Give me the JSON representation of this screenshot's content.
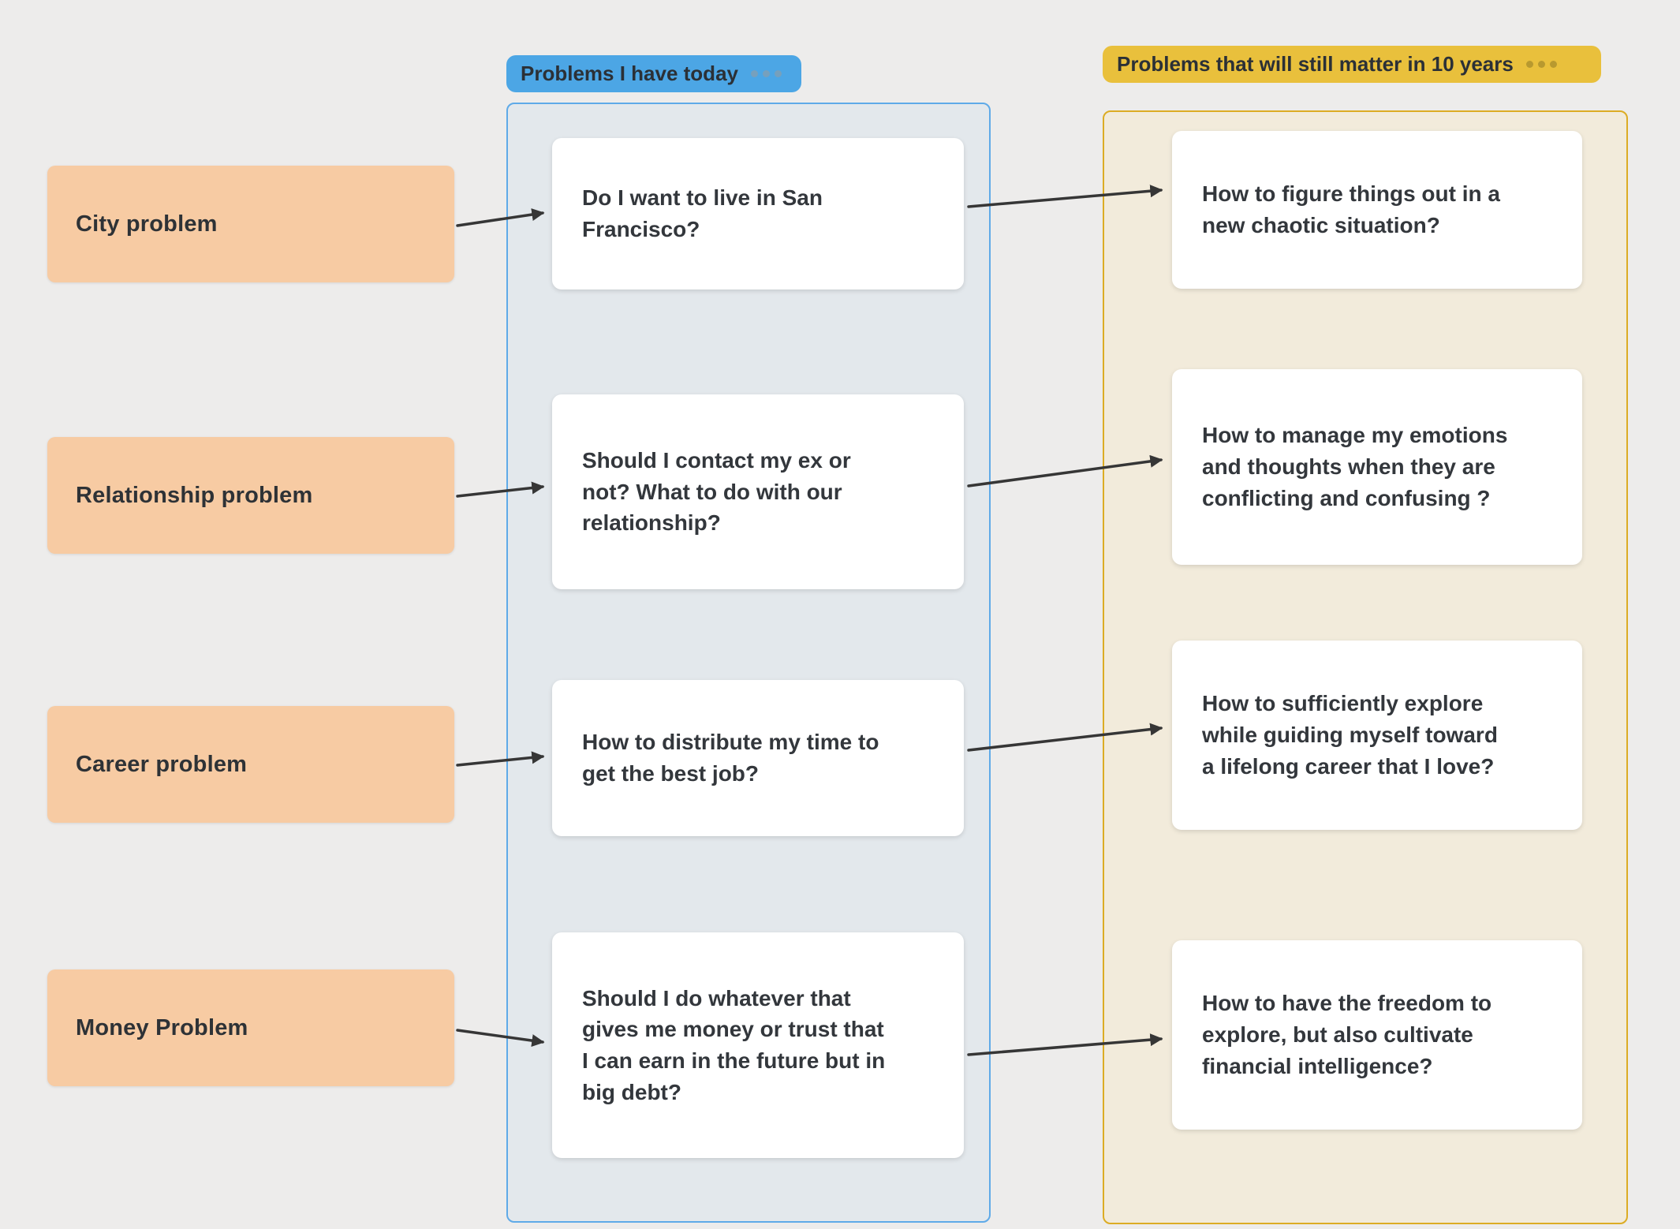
{
  "board": {
    "background_color": "#edeceb",
    "arrow_color": "#363636"
  },
  "stickies": [
    {
      "label": "City problem",
      "color": "#f7cba3"
    },
    {
      "label": "Relationship problem",
      "color": "#f7cba3"
    },
    {
      "label": "Career problem",
      "color": "#f7cba3"
    },
    {
      "label": "Money Problem",
      "color": "#f7cba3"
    }
  ],
  "sections": [
    {
      "label": "Problems I have today",
      "pill_color": "#4ca6e5",
      "border_color": "#5faae8",
      "background": "#e3e8ec",
      "menu_icon": "ellipsis-icon",
      "cards": [
        "Do I want to live in San\nFrancisco?",
        "Should I contact my ex or\nnot? What to do with our\nrelationship?",
        "How to distribute my time to\nget the best job?",
        "Should I do whatever that\ngives me money or trust that\nI can earn in the future but in\nbig debt?"
      ]
    },
    {
      "label": "Problems that will still matter in 10 years",
      "pill_color": "#e9c03c",
      "border_color": "#dcac24",
      "background": "#f2ebdb",
      "menu_icon": "ellipsis-icon",
      "cards": [
        "How to figure things out in a\nnew chaotic situation?",
        "How to manage my emotions\nand thoughts when they are\nconflicting and confusing ?",
        "How to sufficiently explore\nwhile guiding myself toward\na lifelong career that I love?",
        "How to have the freedom to\nexplore, but also cultivate\nfinancial intelligence?"
      ]
    }
  ],
  "connections": [
    {
      "from": "City problem",
      "to": "Do I want to live in San Francisco?"
    },
    {
      "from": "Do I want to live in San Francisco?",
      "to": "How to figure things out in a new chaotic situation?"
    },
    {
      "from": "Relationship problem",
      "to": "Should I contact my ex or not? What to do with our relationship?"
    },
    {
      "from": "Should I contact my ex or not? What to do with our relationship?",
      "to": "How to manage my emotions and thoughts when they are conflicting and confusing ?"
    },
    {
      "from": "Career problem",
      "to": "How to distribute my time to get the best job?"
    },
    {
      "from": "How to distribute my time to get the best job?",
      "to": "How to sufficiently explore while guiding myself toward a lifelong career that I love?"
    },
    {
      "from": "Money Problem",
      "to": "Should I do whatever that gives me money or trust that I can earn in the future but in big debt?"
    },
    {
      "from": "Should I do whatever that gives me money or trust that I can earn in the future but in big debt?",
      "to": "How to have the freedom to explore, but also cultivate financial intelligence?"
    }
  ]
}
